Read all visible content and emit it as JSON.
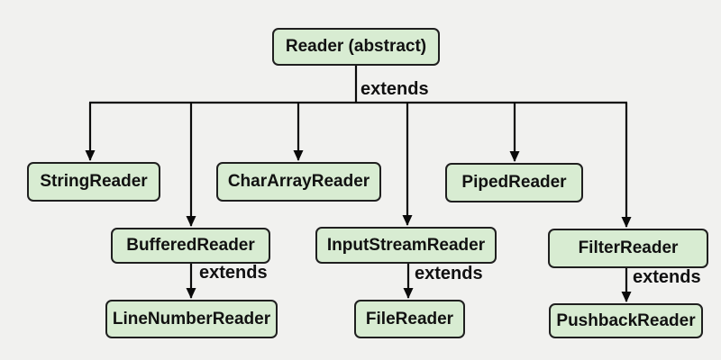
{
  "colors": {
    "background": "#f1f1ef",
    "node_fill": "#d8ecd2",
    "node_border": "#1f1f1f",
    "text_color": "#111111",
    "line_color": "#0a0a0a"
  },
  "nodes": [
    {
      "id": "reader",
      "label": "Reader (abstract)"
    },
    {
      "id": "string-reader",
      "label": "StringReader"
    },
    {
      "id": "chararray-reader",
      "label": "CharArrayReader"
    },
    {
      "id": "piped-reader",
      "label": "PipedReader"
    },
    {
      "id": "buffered-reader",
      "label": "BufferedReader"
    },
    {
      "id": "inputstream-reader",
      "label": "InputStreamReader"
    },
    {
      "id": "filter-reader",
      "label": "FilterReader"
    },
    {
      "id": "linenumber-reader",
      "label": "LineNumberReader"
    },
    {
      "id": "file-reader",
      "label": "FileReader"
    },
    {
      "id": "pushback-reader",
      "label": "PushbackReader"
    }
  ],
  "edges": [
    {
      "from": "Reader (abstract)",
      "to": "StringReader",
      "label": "extends"
    },
    {
      "from": "Reader (abstract)",
      "to": "CharArrayReader",
      "label": "extends"
    },
    {
      "from": "Reader (abstract)",
      "to": "PipedReader",
      "label": "extends"
    },
    {
      "from": "Reader (abstract)",
      "to": "BufferedReader",
      "label": "extends"
    },
    {
      "from": "Reader (abstract)",
      "to": "InputStreamReader",
      "label": "extends"
    },
    {
      "from": "Reader (abstract)",
      "to": "FilterReader",
      "label": "extends"
    },
    {
      "from": "BufferedReader",
      "to": "LineNumberReader",
      "label": "extends"
    },
    {
      "from": "InputStreamReader",
      "to": "FileReader",
      "label": "extends"
    },
    {
      "from": "FilterReader",
      "to": "PushbackReader",
      "label": "extends"
    }
  ],
  "edge_labels": {
    "top": "extends",
    "buffered_to_linenumber": "extends",
    "inputstream_to_file": "extends",
    "filter_to_pushback": "extends"
  }
}
